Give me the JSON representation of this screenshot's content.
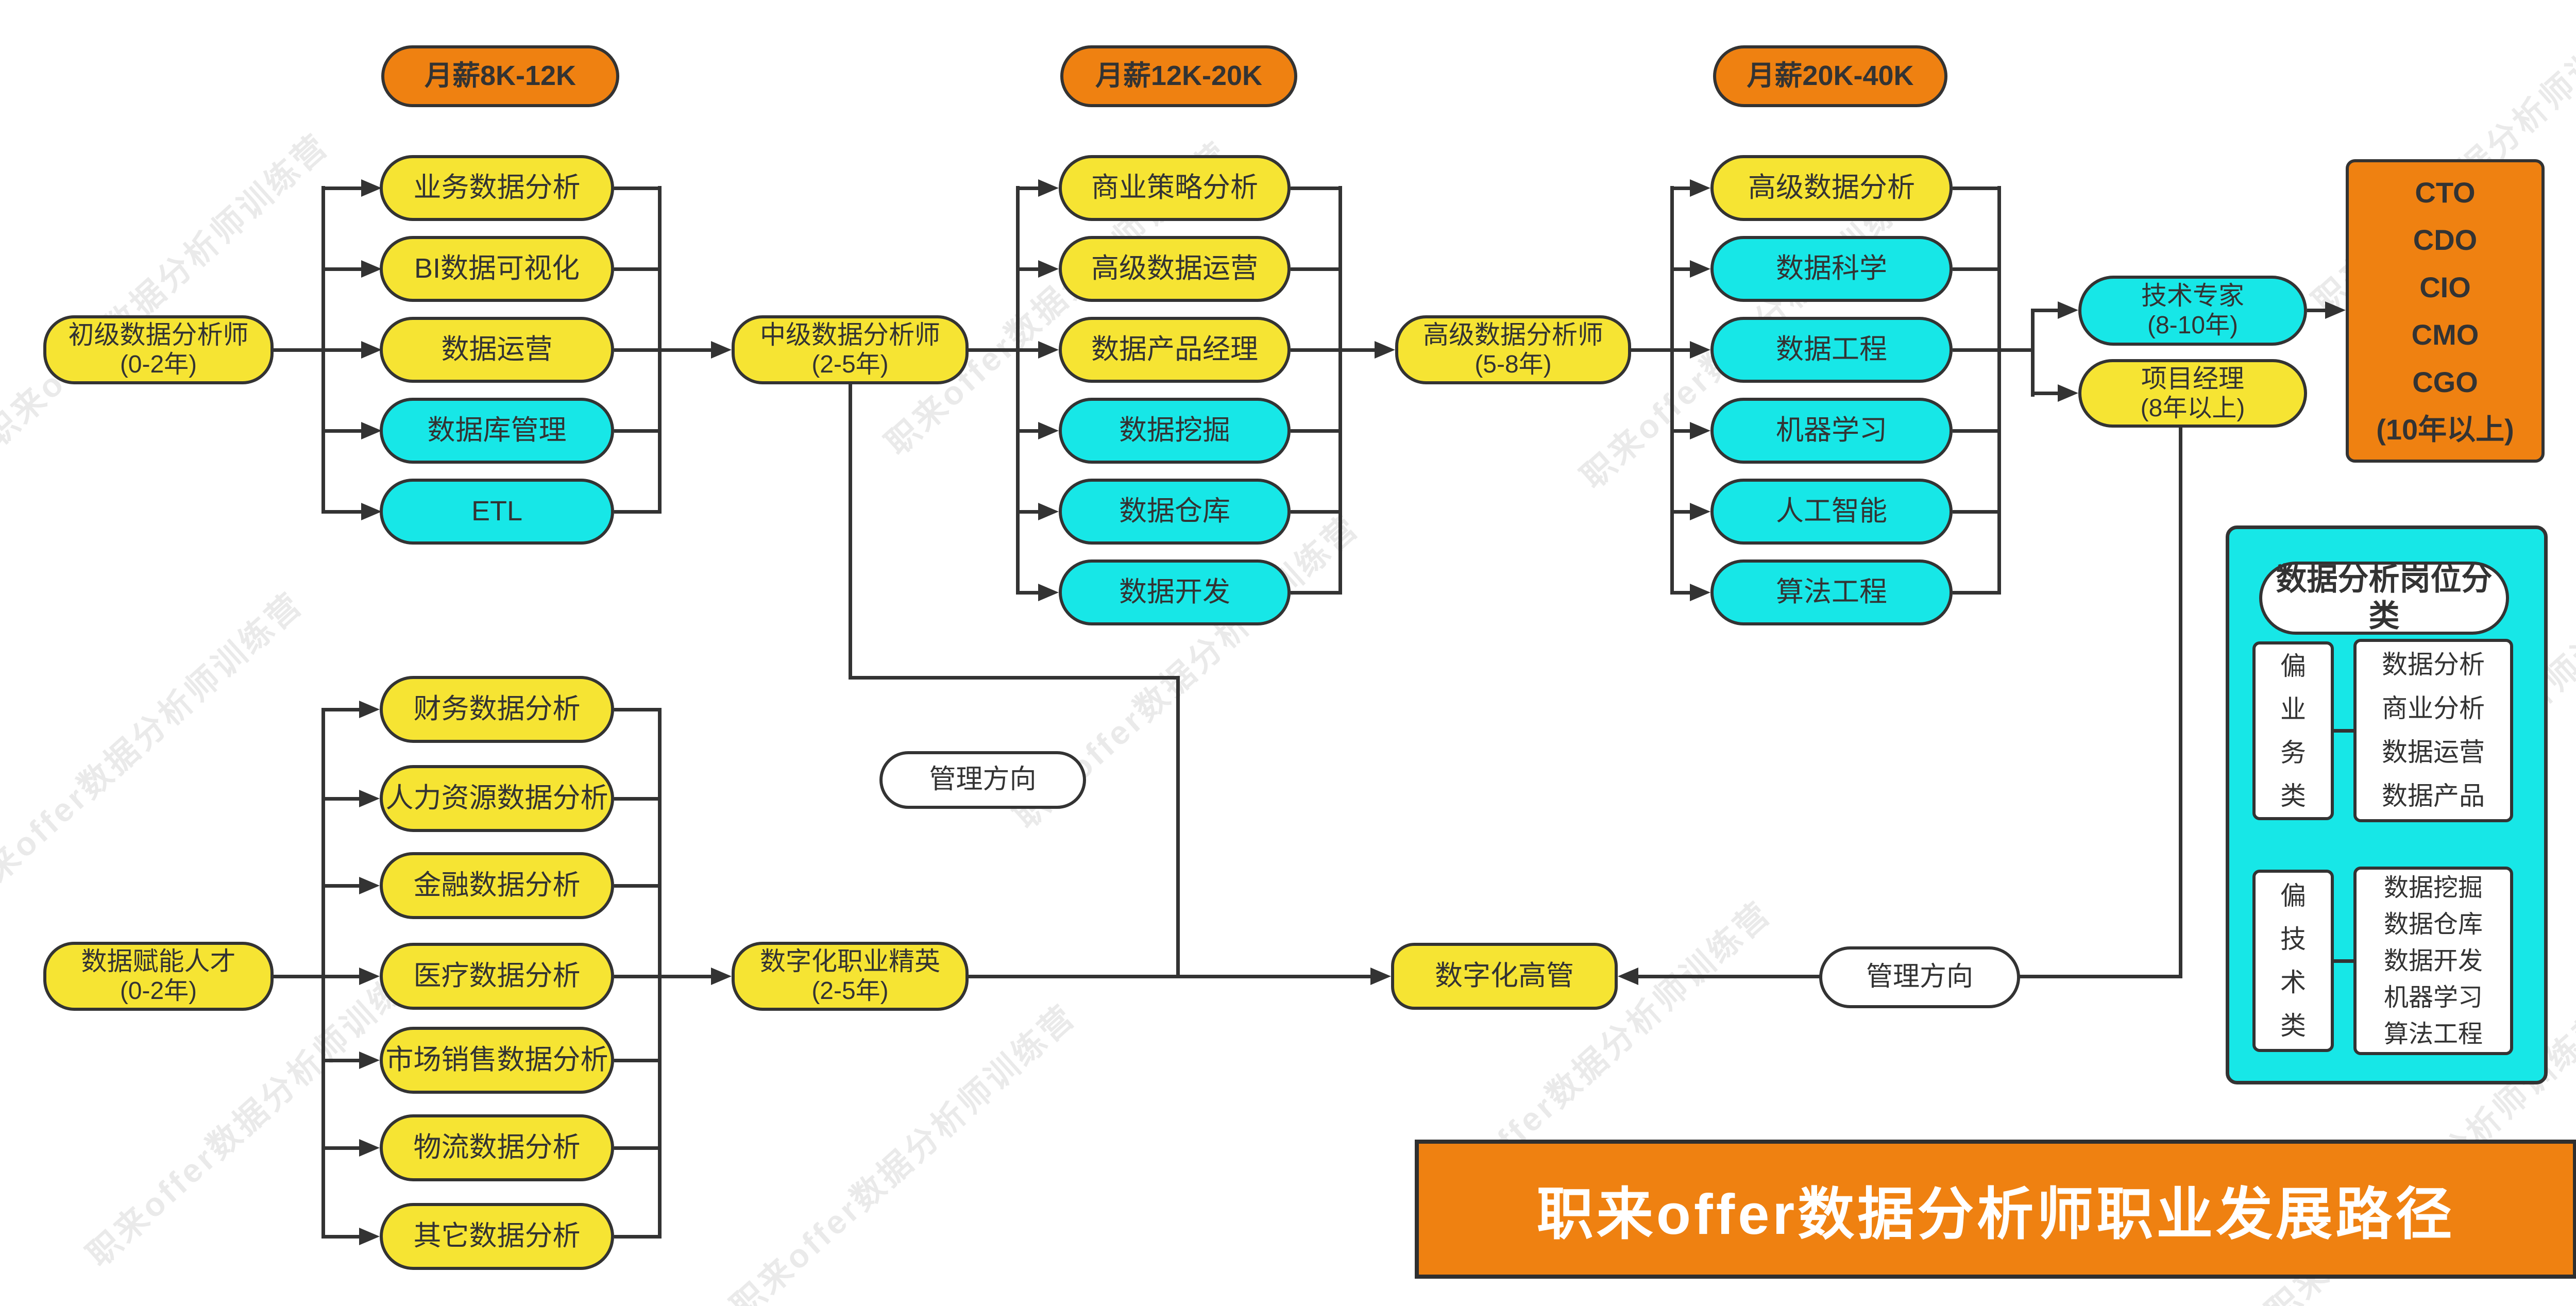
{
  "colors": {
    "yellow": "#F6E433",
    "cyan": "#17E7E7",
    "orange": "#EF8111",
    "white": "#FFFFFF",
    "line": "#333333"
  },
  "watermark": {
    "text": "职来offer数据分析师训练营"
  },
  "salary_badges": [
    {
      "label": "月薪8K-12K",
      "color": "#EF8111"
    },
    {
      "label": "月薪12K-20K",
      "color": "#EF8111"
    },
    {
      "label": "月薪20K-40K",
      "color": "#EF8111"
    }
  ],
  "nodes": {
    "junior": {
      "title": "初级数据分析师",
      "years": "(0-2年)",
      "color": "#F6E433"
    },
    "mid": {
      "title": "中级数据分析师",
      "years": "(2-5年)",
      "color": "#F6E433"
    },
    "senior": {
      "title": "高级数据分析师",
      "years": "(5-8年)",
      "color": "#F6E433"
    },
    "tech_expert": {
      "title": "技术专家",
      "years": "(8-10年)",
      "color": "#17E7E7"
    },
    "project_manager": {
      "title": "项目经理",
      "years": "(8年以上)",
      "color": "#F6E433"
    },
    "cxo": {
      "text": "CTO\nCDO\nCIO\nCMO\nCGO\n(10年以上)",
      "color": "#EF8111"
    },
    "data_talent": {
      "title": "数据赋能人才",
      "years": "(0-2年)",
      "color": "#F6E433"
    },
    "digital_elite": {
      "title": "数字化职业精英",
      "years": "(2-5年)",
      "color": "#F6E433"
    },
    "digital_executive": {
      "title": "数字化高管",
      "color": "#F6E433"
    },
    "management_label_left": "管理方向",
    "management_label_right": "管理方向"
  },
  "junior_roles": [
    {
      "label": "业务数据分析",
      "type": "business",
      "color": "#F6E433"
    },
    {
      "label": "BI数据可视化",
      "type": "business",
      "color": "#F6E433"
    },
    {
      "label": "数据运营",
      "type": "business",
      "color": "#F6E433"
    },
    {
      "label": "数据库管理",
      "type": "technical",
      "color": "#17E7E7"
    },
    {
      "label": "ETL",
      "type": "technical",
      "color": "#17E7E7"
    }
  ],
  "mid_roles": [
    {
      "label": "商业策略分析",
      "type": "business",
      "color": "#F6E433"
    },
    {
      "label": "高级数据运营",
      "type": "business",
      "color": "#F6E433"
    },
    {
      "label": "数据产品经理",
      "type": "business",
      "color": "#F6E433"
    },
    {
      "label": "数据挖掘",
      "type": "technical",
      "color": "#17E7E7"
    },
    {
      "label": "数据仓库",
      "type": "technical",
      "color": "#17E7E7"
    },
    {
      "label": "数据开发",
      "type": "technical",
      "color": "#17E7E7"
    }
  ],
  "senior_roles": [
    {
      "label": "高级数据分析",
      "type": "business",
      "color": "#F6E433"
    },
    {
      "label": "数据科学",
      "type": "technical",
      "color": "#17E7E7"
    },
    {
      "label": "数据工程",
      "type": "technical",
      "color": "#17E7E7"
    },
    {
      "label": "机器学习",
      "type": "technical",
      "color": "#17E7E7"
    },
    {
      "label": "人工智能",
      "type": "technical",
      "color": "#17E7E7"
    },
    {
      "label": "算法工程",
      "type": "technical",
      "color": "#17E7E7"
    }
  ],
  "domain_roles": [
    {
      "label": "财务数据分析",
      "color": "#F6E433"
    },
    {
      "label": "人力资源数据分析",
      "color": "#F6E433"
    },
    {
      "label": "金融数据分析",
      "color": "#F6E433"
    },
    {
      "label": "医疗数据分析",
      "color": "#F6E433"
    },
    {
      "label": "市场销售数据分析",
      "color": "#F6E433"
    },
    {
      "label": "物流数据分析",
      "color": "#F6E433"
    },
    {
      "label": "其它数据分析",
      "color": "#F6E433"
    }
  ],
  "classification_panel": {
    "title": "数据分析岗位分类",
    "color": "#17E7E7",
    "groups": [
      {
        "label": "偏业务类",
        "items": "数据分析\n商业分析\n数据运营\n数据产品"
      },
      {
        "label": "偏技术类",
        "items": "数据挖掘\n数据仓库\n数据开发\n机器学习\n算法工程"
      }
    ]
  },
  "banner": {
    "label": "职来offer数据分析师职业发展路径",
    "color": "#EF8111"
  }
}
